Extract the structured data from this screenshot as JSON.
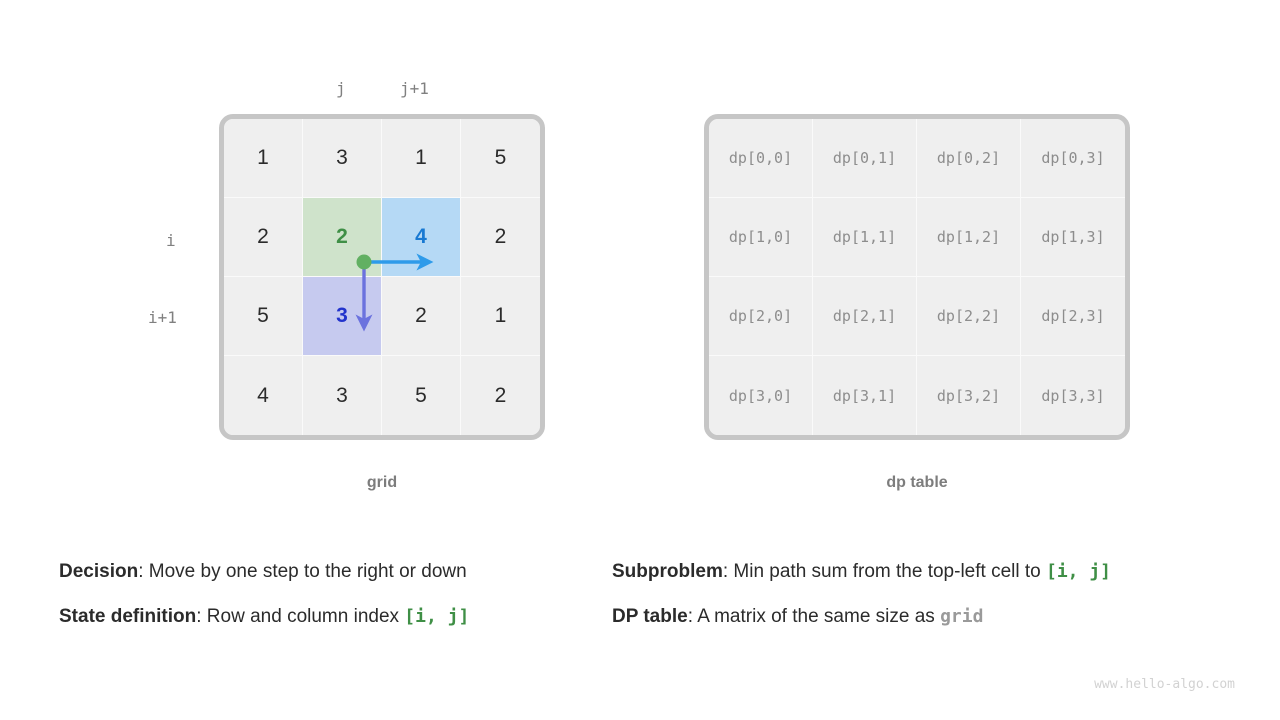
{
  "figure": {
    "axis_labels": {
      "col_j": "j",
      "col_j1": "j+1",
      "row_i": "i",
      "row_i1": "i+1"
    },
    "grid": {
      "caption": "grid",
      "rows": [
        [
          {
            "value": "1",
            "fill": "none",
            "text_style": "plain"
          },
          {
            "value": "3",
            "fill": "none",
            "text_style": "plain"
          },
          {
            "value": "1",
            "fill": "none",
            "text_style": "plain"
          },
          {
            "value": "5",
            "fill": "none",
            "text_style": "plain"
          }
        ],
        [
          {
            "value": "2",
            "fill": "none",
            "text_style": "plain"
          },
          {
            "value": "2",
            "fill": "green",
            "text_style": "green"
          },
          {
            "value": "4",
            "fill": "blue",
            "text_style": "blue"
          },
          {
            "value": "2",
            "fill": "none",
            "text_style": "plain"
          }
        ],
        [
          {
            "value": "5",
            "fill": "none",
            "text_style": "plain"
          },
          {
            "value": "3",
            "fill": "purple",
            "text_style": "indigo"
          },
          {
            "value": "2",
            "fill": "none",
            "text_style": "plain"
          },
          {
            "value": "1",
            "fill": "none",
            "text_style": "plain"
          }
        ],
        [
          {
            "value": "4",
            "fill": "none",
            "text_style": "plain"
          },
          {
            "value": "3",
            "fill": "none",
            "text_style": "plain"
          },
          {
            "value": "5",
            "fill": "none",
            "text_style": "plain"
          },
          {
            "value": "2",
            "fill": "none",
            "text_style": "plain"
          }
        ]
      ]
    },
    "dp_table": {
      "caption": "dp table",
      "rows": [
        [
          "dp[0,0]",
          "dp[0,1]",
          "dp[0,2]",
          "dp[0,3]"
        ],
        [
          "dp[1,0]",
          "dp[1,1]",
          "dp[1,2]",
          "dp[1,3]"
        ],
        [
          "dp[2,0]",
          "dp[2,1]",
          "dp[2,2]",
          "dp[2,3]"
        ],
        [
          "dp[3,0]",
          "dp[3,1]",
          "dp[3,2]",
          "dp[3,3]"
        ]
      ]
    },
    "annotations": {
      "start_dot": "green-dot-marker",
      "arrow_right": "move-right-arrow",
      "arrow_down": "move-down-arrow"
    }
  },
  "notes": {
    "decision": {
      "label": "Decision",
      "separator": ": ",
      "text": "Move by one step to the right or down"
    },
    "state_definition": {
      "label": "State definition",
      "separator": ": ",
      "text": "Row and column index ",
      "code": "[i, j]"
    },
    "subproblem": {
      "label": "Subproblem",
      "separator": ": ",
      "text": "Min path sum from the top-left cell to ",
      "code": "[i, j]"
    },
    "dp_table_note": {
      "label": "DP table",
      "separator": ": ",
      "text": "A matrix of the same size as ",
      "code": "grid"
    }
  },
  "watermark": "www.hello-algo.com",
  "colors": {
    "fill_green": "#cfe3cb",
    "fill_blue": "#b5d9f5",
    "fill_purple": "#c6caef",
    "text_green": "#3f8f46",
    "text_blue": "#1879d2",
    "text_indigo": "#2233cc",
    "arrow_right": "#2e9bea",
    "arrow_down": "#6b72de",
    "dot": "#62b062",
    "border_gray": "#c6c6c6",
    "cell_bg": "#efefef"
  }
}
